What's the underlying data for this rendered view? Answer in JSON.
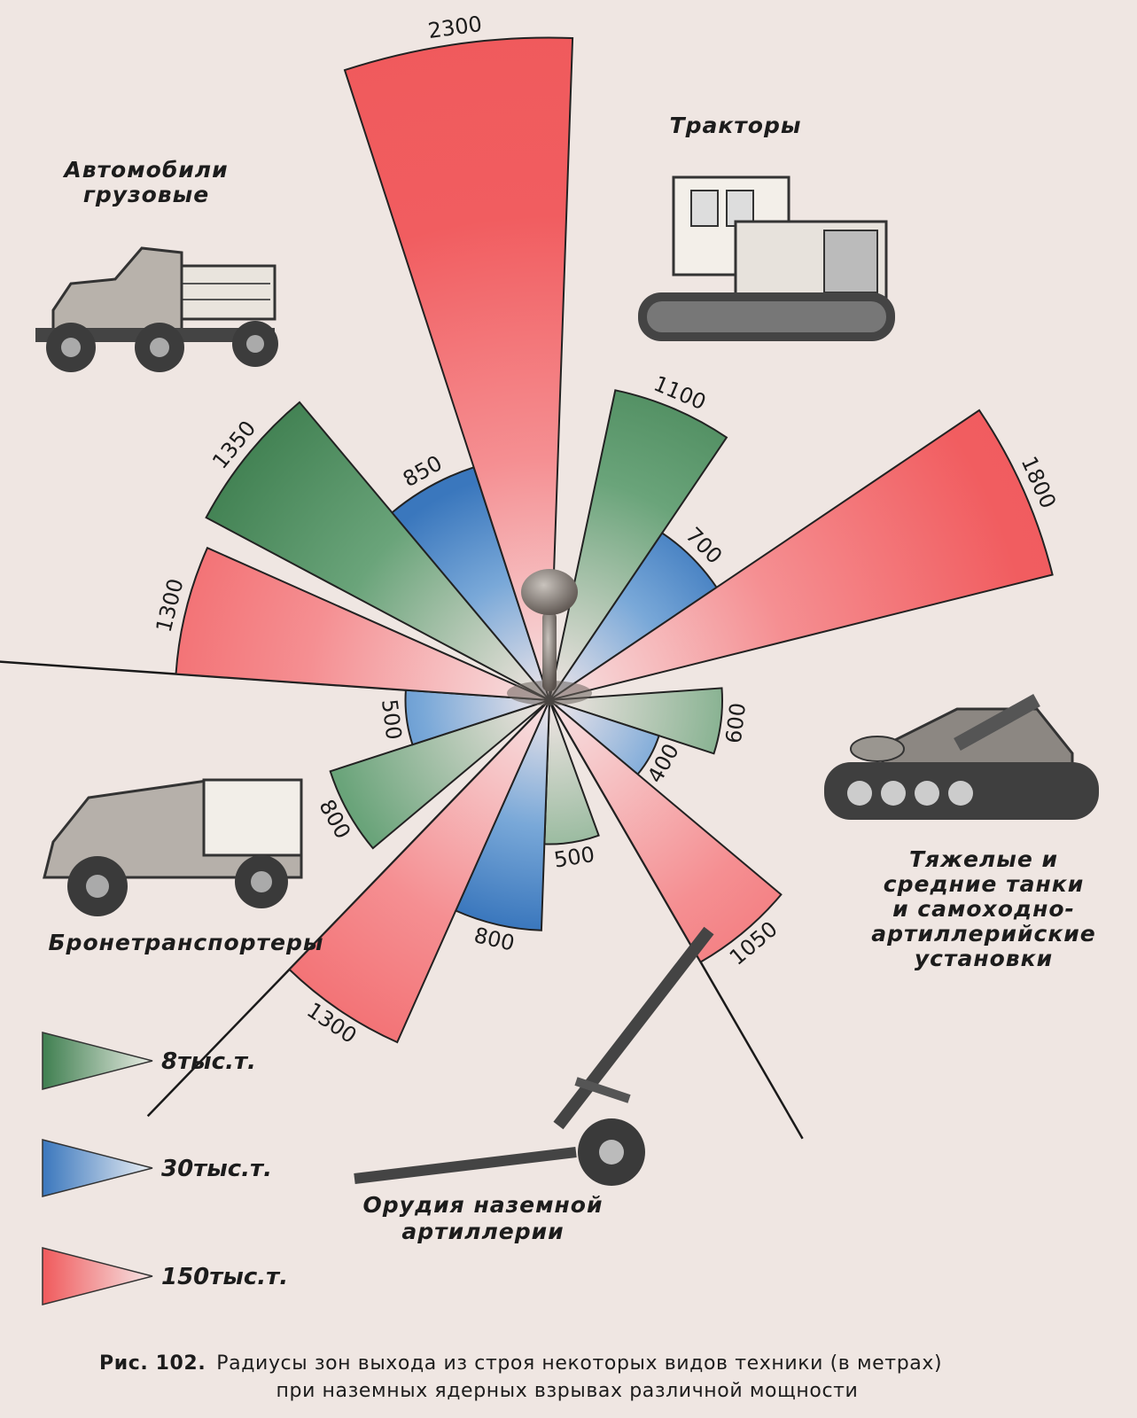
{
  "colors": {
    "green": "#4a8a5c",
    "blue": "#3f7cc0",
    "red": "#f05a5c",
    "background": "#efe6e2"
  },
  "legend": [
    {
      "series": "green",
      "label": "8тыс.т."
    },
    {
      "series": "blue",
      "label": "30тыс.т."
    },
    {
      "series": "red",
      "label": "150тыс.т."
    }
  ],
  "caption": {
    "number": "Рис. 102.",
    "line1": "Радиусы зон выхода из строя некоторых видов техники (в метрах)",
    "line2": "при наземных ядерных взрывах различной мощности"
  },
  "chart_data": {
    "type": "polar-wedge",
    "series": [
      {
        "key": "green",
        "name": "8тыс.т."
      },
      {
        "key": "blue",
        "name": "30тыс.т."
      },
      {
        "key": "red",
        "name": "150тыс.т."
      }
    ],
    "categories": [
      {
        "name": "Автомобили грузовые",
        "label_lines": [
          "Автомобили",
          "грузовые"
        ],
        "values": {
          "green": 1350,
          "blue": 850,
          "red": 2300
        }
      },
      {
        "name": "Тракторы",
        "label_lines": [
          "Тракторы"
        ],
        "values": {
          "green": 1100,
          "blue": 700,
          "red": 1800
        }
      },
      {
        "name": "Тяжелые и средние танки и самоходно-артиллерийские установки",
        "label_lines": [
          "Тяжелые и",
          "средние танки",
          "и самоходно-",
          "артиллерийские",
          "установки"
        ],
        "values": {
          "green": 600,
          "blue": 400,
          "red": 1050
        }
      },
      {
        "name": "Орудия наземной артиллерии",
        "label_lines": [
          "Орудия наземной",
          "артиллерии"
        ],
        "values": {
          "green": 500,
          "blue": 800,
          "red": 1300
        }
      },
      {
        "name": "Бронетранспортеры",
        "label_lines": [
          "Бронетранспортеры"
        ],
        "values": {
          "green": 800,
          "blue": 500,
          "red": 1300
        }
      }
    ]
  }
}
